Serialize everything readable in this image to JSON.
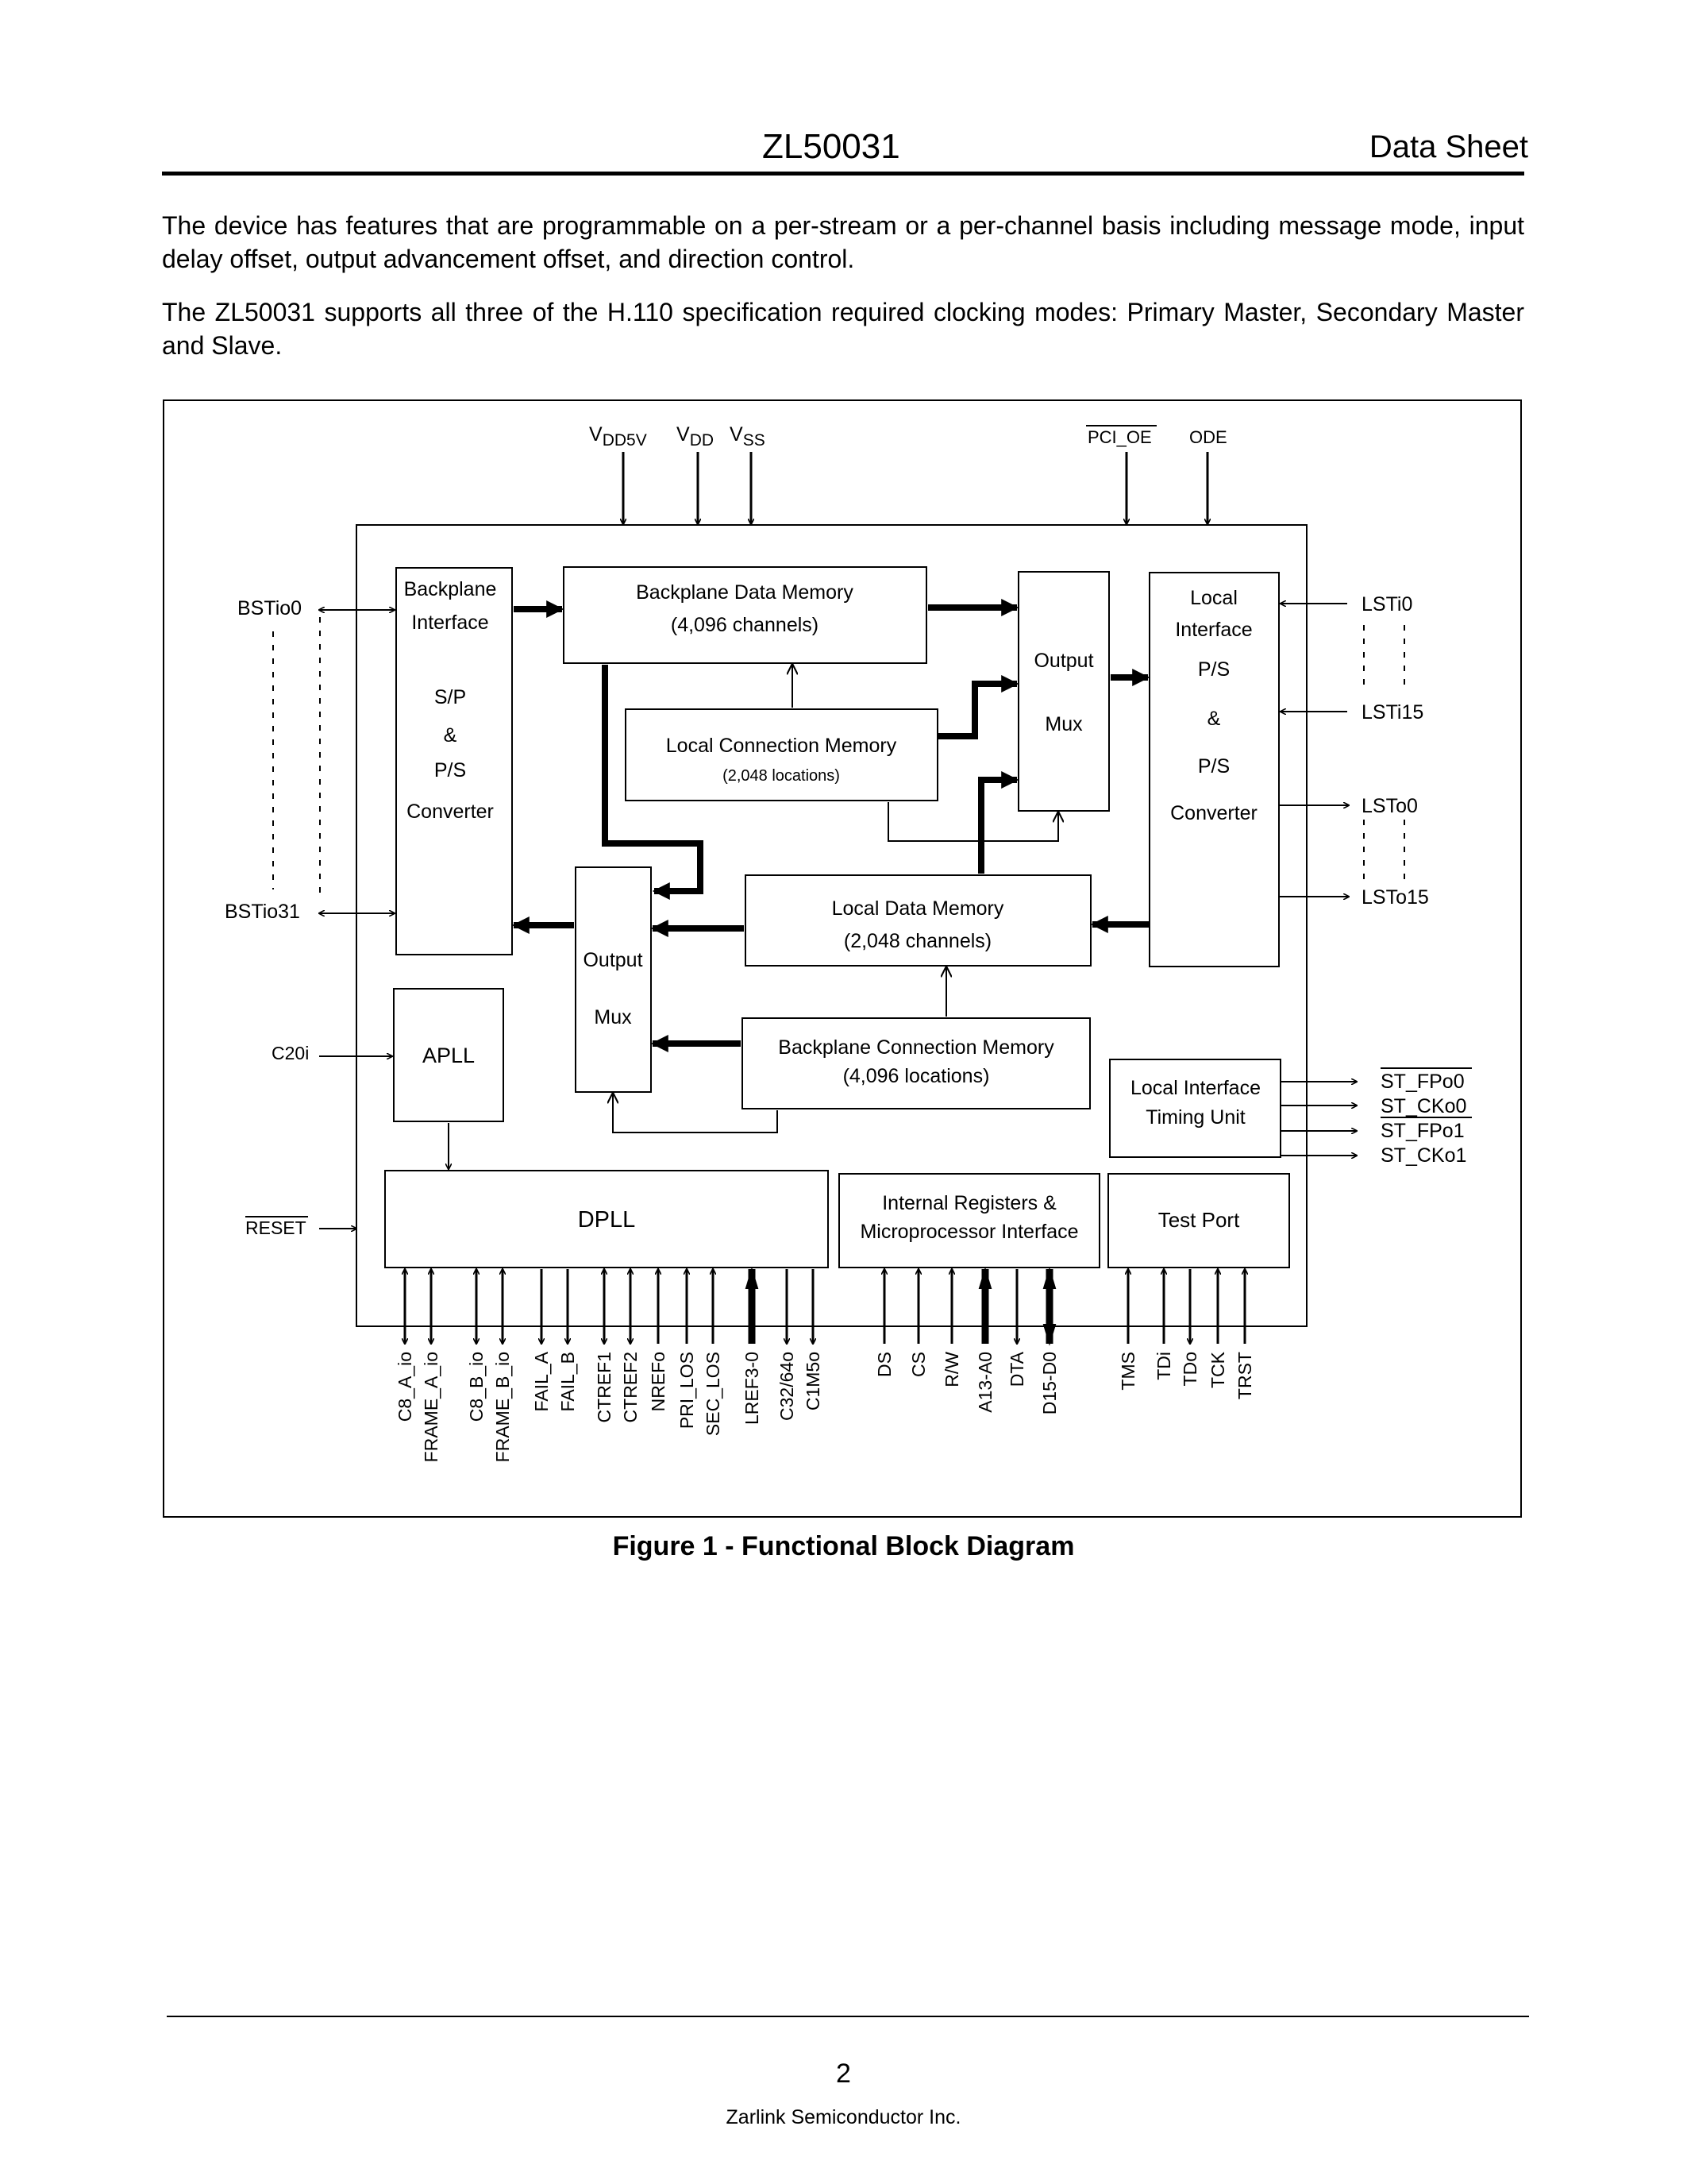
{
  "header": {
    "title": "ZL50031",
    "right_label": "Data Sheet"
  },
  "paragraphs": [
    "The device has features that are programmable on a per-stream or a per-channel basis including message mode, input delay offset, output advancement offset, and direction control.",
    "The ZL50031 supports all three of the H.110 specification required clocking modes: Primary Master, Secondary Master and Slave."
  ],
  "diagram": {
    "supply": {
      "vdd5v_main": "V",
      "vdd5v_sub": "DD5V",
      "vdd_main": "V",
      "vdd_sub": "DD",
      "vss_main": "V",
      "vss_sub": "SS"
    },
    "top_pins": {
      "pci_oe": "PCI_OE",
      "ode": "ODE"
    },
    "left_pins": {
      "bstio0": "BSTio0",
      "bstio31": "BSTio31",
      "c20i": "C20i",
      "reset": "RESET"
    },
    "right_pins": {
      "lsti0": "LSTi0",
      "lsti15": "LSTi15",
      "lsto0": "LSTo0",
      "lsto15": "LSTo15",
      "st_fpo0": "ST_FPo0",
      "st_cko0": "ST_CKo0",
      "st_fpo1": "ST_FPo1",
      "st_cko1": "ST_CKo1"
    },
    "blocks": {
      "backplane_interface": [
        "Backplane",
        "Interface",
        "S/P",
        "&",
        "P/S",
        "Converter"
      ],
      "backplane_data_memory": [
        "Backplane Data Memory",
        "(4,096 channels)"
      ],
      "local_connection_memory": [
        "Local Connection Memory",
        "(2,048 locations)"
      ],
      "output_mux_top": [
        "Output",
        "Mux"
      ],
      "local_interface": [
        "Local",
        "Interface",
        "P/S",
        "&",
        "P/S",
        "Converter"
      ],
      "local_data_memory": [
        "Local Data Memory",
        "(2,048 channels)"
      ],
      "output_mux_bottom": [
        "Output",
        "Mux"
      ],
      "apll": "APLL",
      "backplane_connection_memory": [
        "Backplane Connection Memory",
        "(4,096 locations)"
      ],
      "local_interface_timing": [
        "Local Interface",
        "Timing Unit"
      ],
      "dpll": "DPLL",
      "internal_registers": [
        "Internal Registers &",
        "Microprocessor Interface"
      ],
      "test_port": "Test Port"
    },
    "bottom_pins": [
      "C8_A_io",
      "FRAME_A_io",
      "C8_B_io",
      "FRAME_B_io",
      "FAIL_A",
      "FAIL_B",
      "CTREF1",
      "CTREF2",
      "NREFo",
      "PRI_LOS",
      "SEC_LOS",
      "LREF3-0",
      "C32/64o",
      "C1M5o",
      "DS",
      "CS",
      "R/W",
      "A13-A0",
      "DTA",
      "D15-D0",
      "TMS",
      "TDi",
      "TDo",
      "TCK",
      "TRST"
    ]
  },
  "caption": "Figure 1 - Functional Block Diagram",
  "footer": {
    "page_number": "2",
    "company": "Zarlink Semiconductor Inc."
  }
}
